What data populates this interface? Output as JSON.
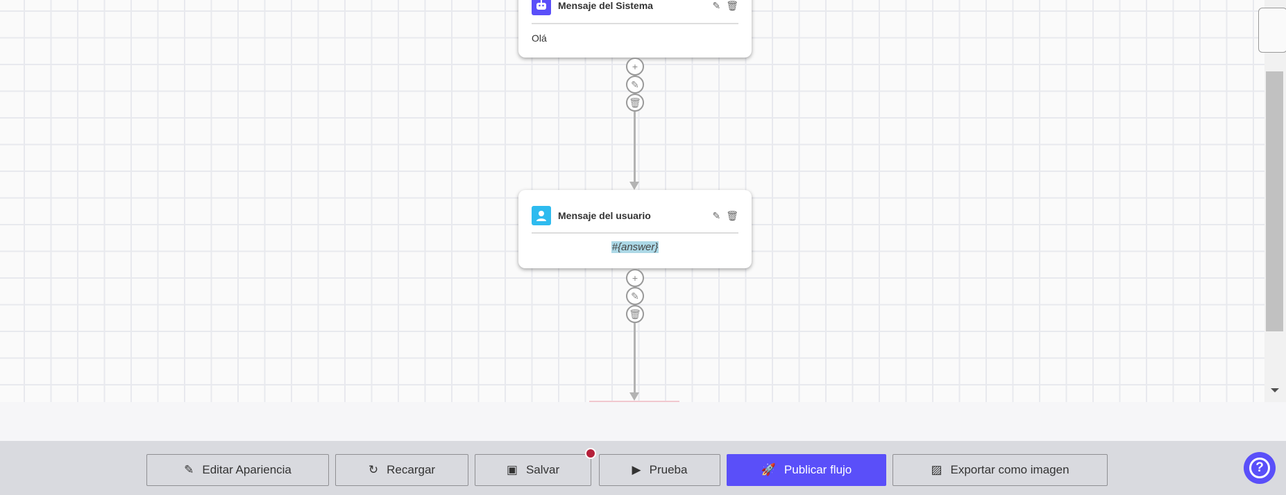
{
  "nodes": [
    {
      "title": "Mensaje del Sistema",
      "body": "Olá",
      "icon": "robot-icon",
      "color": "#5a4ff9"
    },
    {
      "title": "Mensaje del usuario",
      "body": "#{answer}",
      "icon": "user-icon",
      "color": "#2ebbef"
    }
  ],
  "toolbar": {
    "edit": "Editar Apariencia",
    "reload": "Recargar",
    "save": "Salvar",
    "test": "Prueba",
    "publish": "Publicar flujo",
    "export": "Exportar como imagen"
  },
  "colors": {
    "accent": "#5a4ff9",
    "unsaved_dot": "#b5203a"
  }
}
